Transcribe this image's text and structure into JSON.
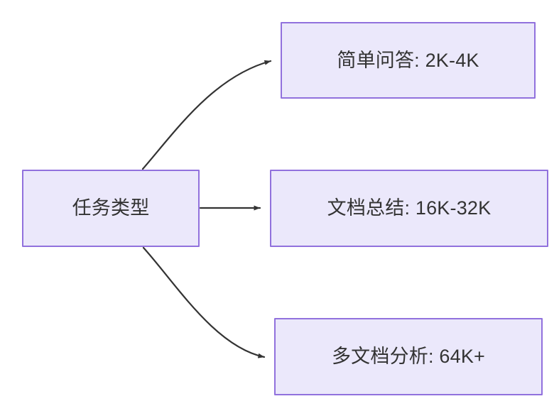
{
  "diagram": {
    "type": "flowchart",
    "direction": "left-to-right",
    "background_color": "#ffffff",
    "node_fill_color": "#ebe8fb",
    "node_border_color": "#9171dd",
    "node_text_color": "#333333",
    "edge_color": "#333333",
    "source": {
      "id": "task-type",
      "label": "任务类型"
    },
    "targets": [
      {
        "id": "simple-qa",
        "label": "简单问答: 2K-4K"
      },
      {
        "id": "doc-summary",
        "label": "文档总结: 16K-32K"
      },
      {
        "id": "multi-doc",
        "label": "多文档分析: 64K+"
      }
    ],
    "edges": [
      {
        "from": "task-type",
        "to": "simple-qa",
        "style": "curved",
        "arrowhead": "solid-triangle"
      },
      {
        "from": "task-type",
        "to": "doc-summary",
        "style": "straight",
        "arrowhead": "solid-triangle"
      },
      {
        "from": "task-type",
        "to": "multi-doc",
        "style": "curved",
        "arrowhead": "solid-triangle"
      }
    ]
  }
}
